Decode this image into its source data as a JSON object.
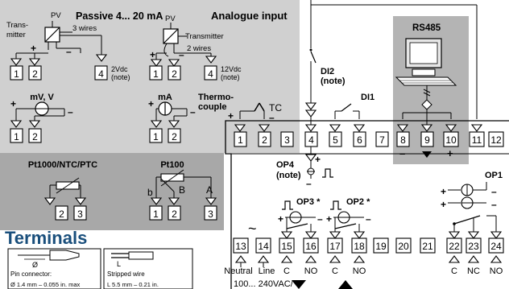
{
  "analogue": {
    "passive_title": "Passive 4... 20 mA",
    "section_title": "Analogue input",
    "pv": "PV",
    "transmitter_left_1": "Trans-",
    "transmitter_left_2": "mitter",
    "three_wires": "3 wires",
    "transmitter_right": "Transmitter",
    "two_wires": "2 wires",
    "supply_2v_1": "2Vdc",
    "supply_2v_2": "(note)",
    "supply_12v_1": "12Vdc",
    "supply_12v_2": "(note)",
    "mv_v": "mV, V",
    "ma": "mA",
    "thermocouple_1": "Thermo-",
    "thermocouple_2": "couple",
    "tc": "TC",
    "plus": "+",
    "minus": "–"
  },
  "rtd": {
    "title_left": "Pt1000/NTC/PTC",
    "title_right": "Pt100",
    "label_b": "b",
    "label_B": "B",
    "label_A": "A"
  },
  "terminals_heading": "Terminals",
  "legend": {
    "pin_connector": "Pin connector:",
    "pin_spec": "Ø 1.4 mm – 0.055 in. max",
    "stripped_wire": "Stripped wire",
    "stripped_spec": "L 5.5 mm – 0.21 in."
  },
  "digital": {
    "di2_1": "DI2",
    "di2_2": "(note)",
    "di1": "DI1",
    "op4_1": "OP4",
    "op4_2": "(note)"
  },
  "rs485": {
    "title": "RS485",
    "minus": "–",
    "plus": "+"
  },
  "outputs": {
    "op1": "OP1",
    "op2": "OP2 *",
    "op3": "OP3 *",
    "c": "C",
    "no": "NO",
    "nc": "NC"
  },
  "power": {
    "tilde": "~",
    "neutral": "Neutral",
    "line": "Line",
    "voltage": "100... 240VAC/"
  },
  "terminal_numbers": [
    "1",
    "2",
    "3",
    "4",
    "5",
    "6",
    "7",
    "8",
    "9",
    "10",
    "11",
    "12",
    "13",
    "14",
    "15",
    "16",
    "17",
    "18",
    "19",
    "20",
    "21",
    "22",
    "23",
    "24"
  ],
  "colors": {
    "analogue_panel": "#d0d0d0",
    "rtd_panel": "#a8a8a8",
    "rs485_panel": "#b4b4b4",
    "heading": "#1a4f7c"
  }
}
